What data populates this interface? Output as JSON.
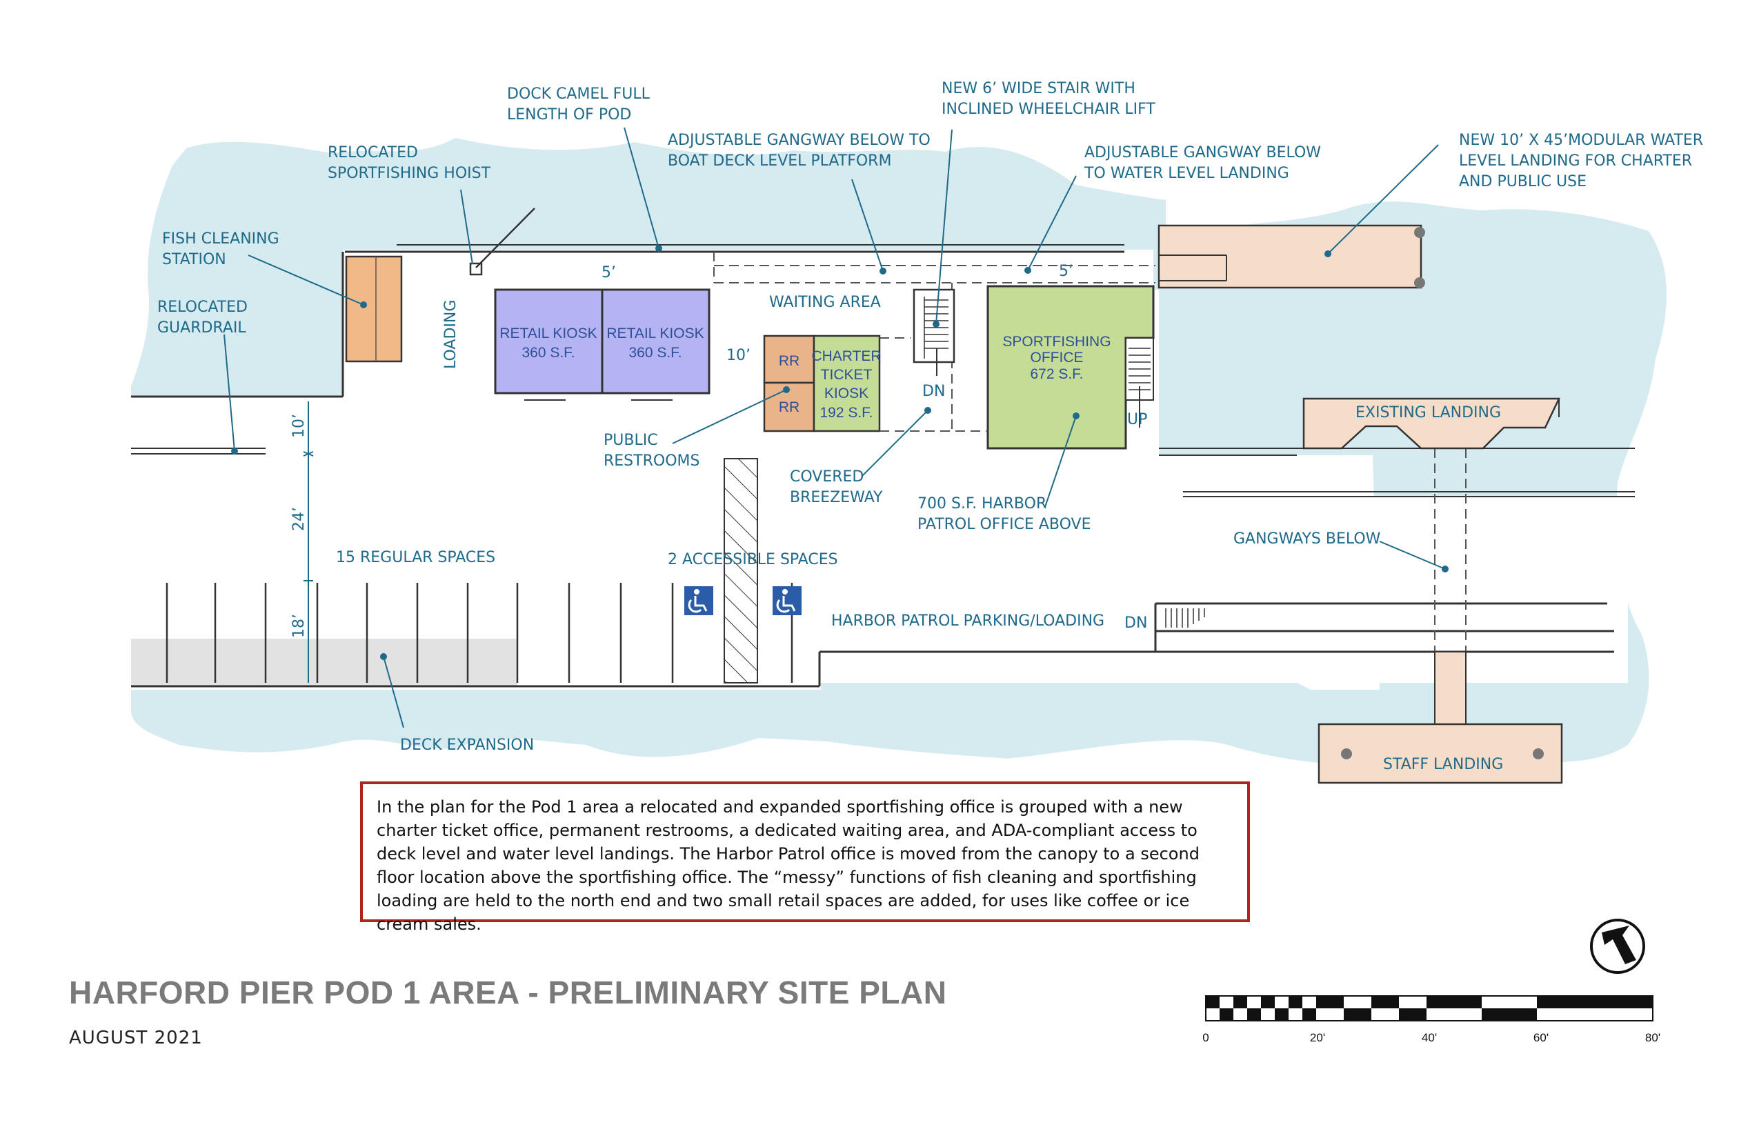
{
  "title": "HARFORD PIER POD 1 AREA - PRELIMINARY SITE PLAN",
  "date": "AUGUST 2021",
  "description": "In the plan for the Pod 1 area a relocated and expanded sportfishing office is grouped with a new charter ticket office, permanent restrooms, a dedicated waiting area, and ADA-compliant access to deck level and water level landings. The Harbor Patrol office is moved from the canopy to a second floor location above the sportfishing office. The “messy” functions of fish cleaning and sportfishing loading are held to the north end and two small retail spaces are added, for uses like coffee or ice cream sales.",
  "labels": {
    "dock_camel_1": "DOCK CAMEL FULL",
    "dock_camel_2": "LENGTH OF POD",
    "hoist_1": "RELOCATED",
    "hoist_2": "SPORTFISHING HOIST",
    "fish_1": "FISH CLEANING",
    "fish_2": "STATION",
    "guardrail_1": "RELOCATED",
    "guardrail_2": "GUARDRAIL",
    "gangway_boat_1": "ADJUSTABLE GANGWAY BELOW TO",
    "gangway_boat_2": "BOAT DECK LEVEL PLATFORM",
    "stair_1": "NEW 6’ WIDE STAIR WITH",
    "stair_2": "INCLINED WHEELCHAIR LIFT",
    "gangway_water_1": "ADJUSTABLE GANGWAY BELOW",
    "gangway_water_2": "TO WATER LEVEL LANDING",
    "modular_1": "NEW 10’ X 45’MODULAR WATER",
    "modular_2": "LEVEL LANDING FOR CHARTER",
    "modular_3": "AND PUBLIC USE",
    "loading": "LOADING",
    "waiting_area": "WAITING AREA",
    "dim_5_left": "5’",
    "dim_5_right": "5’",
    "dim_10_kiosk": "10’",
    "dim_10_side": "10’",
    "dim_24": "24’",
    "dim_18": "18’",
    "public_restrooms_1": "PUBLIC",
    "public_restrooms_2": "RESTROOMS",
    "covered_1": "COVERED",
    "covered_2": "BREEZEWAY",
    "harbor_patrol_1": "700 S.F. HARBOR",
    "harbor_patrol_2": "PATROL OFFICE ABOVE",
    "regular_spaces": "15 REGULAR SPACES",
    "accessible_spaces": "2 ACCESSIBLE SPACES",
    "harbor_parking": "HARBOR PATROL PARKING/LOADING",
    "dn_stair": "DN",
    "dn_right": "DN",
    "up": "UP",
    "existing_landing": "EXISTING LANDING",
    "gangways_below": "GANGWAYS BELOW",
    "staff_landing": "STAFF LANDING",
    "deck_expansion": "DECK EXPANSION"
  },
  "rooms": {
    "retail1_name": "RETAIL KIOSK",
    "retail1_area": "360 S.F.",
    "retail2_name": "RETAIL KIOSK",
    "retail2_area": "360 S.F.",
    "rr1": "RR",
    "rr2": "RR",
    "charter_1": "CHARTER",
    "charter_2": "TICKET",
    "charter_3": "KIOSK",
    "charter_area": "192 S.F.",
    "sport_1": "SPORTFISHING",
    "sport_2": "OFFICE",
    "sport_area": "672 S.F."
  },
  "scale": {
    "t0": "0",
    "t20": "20'",
    "t40": "40'",
    "t60": "60'",
    "t80": "80'"
  },
  "colors": {
    "water": "#d5ebef",
    "label": "#1f6a8a",
    "retail": "#b4b4f2",
    "charter": "#c4dc96",
    "restroom": "#eab48a",
    "landing": "#f5ddc9",
    "fish_station": "#efb988",
    "deck_expansion": "#e2e2e2",
    "title": "#7a7a7a",
    "border": "#b22222"
  }
}
